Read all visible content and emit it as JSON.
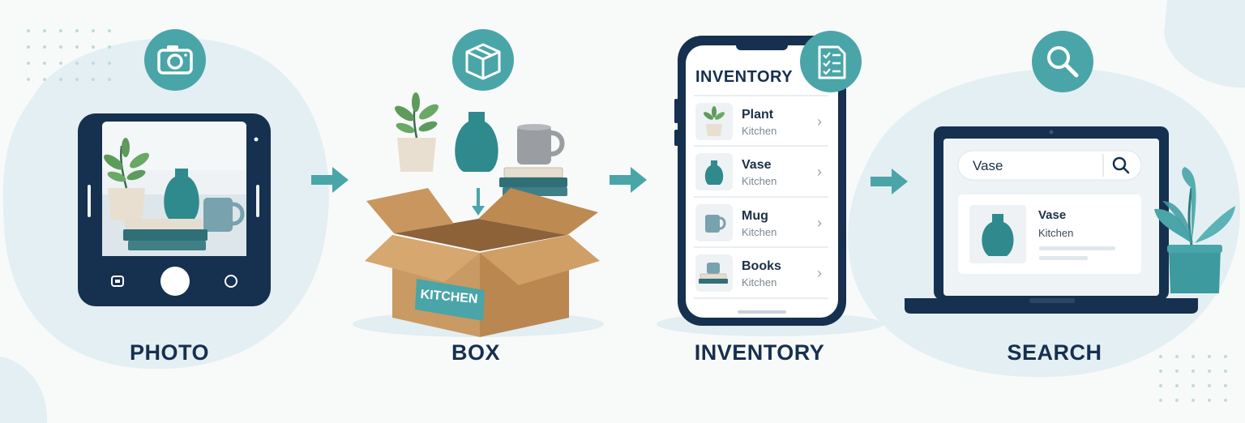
{
  "steps": [
    {
      "label": "PHOTO",
      "icon": "camera-icon"
    },
    {
      "label": "BOX",
      "icon": "box-icon"
    },
    {
      "label": "INVENTORY",
      "icon": "checklist-icon"
    },
    {
      "label": "SEARCH",
      "icon": "magnifier-icon"
    }
  ],
  "box": {
    "tag": "KITCHEN"
  },
  "inventory": {
    "heading": "INVENTORY",
    "items": [
      {
        "name": "Plant",
        "room": "Kitchen",
        "icon": "plant-icon"
      },
      {
        "name": "Vase",
        "room": "Kitchen",
        "icon": "vase-icon"
      },
      {
        "name": "Mug",
        "room": "Kitchen",
        "icon": "mug-icon"
      },
      {
        "name": "Books",
        "room": "Kitchen",
        "icon": "books-icon"
      }
    ]
  },
  "search": {
    "query": "Vase",
    "result": {
      "name": "Vase",
      "room": "Kitchen"
    }
  },
  "colors": {
    "teal": "#4aa5a8",
    "navy": "#16304f",
    "cardboard": "#c8965e",
    "blob": "#e3eff2"
  }
}
